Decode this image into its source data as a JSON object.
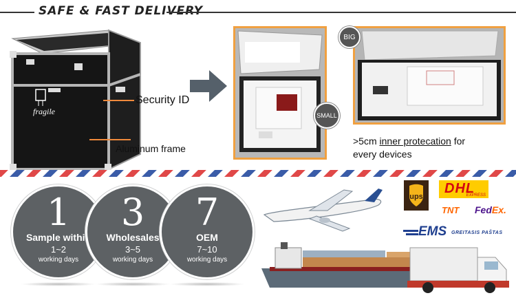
{
  "header": {
    "title": "SAFE & FAST DELIVERY"
  },
  "case": {
    "security_label": "Security ID",
    "frame_label": "Aluminum frame",
    "fragile_text": "fragile"
  },
  "photos": {
    "small_badge": "SMALL",
    "big_badge": "BIG"
  },
  "note": {
    "prefix": ">5cm ",
    "underlined": "inner protecation",
    "suffix": " for",
    "line2": "every devices"
  },
  "steps": [
    {
      "number": "1",
      "label": "Sample within",
      "range": "1~2",
      "unit": "working days"
    },
    {
      "number": "3",
      "label": "Wholesales",
      "range": "3~5",
      "unit": "working days"
    },
    {
      "number": "7",
      "label": "OEM",
      "range": "7~10",
      "unit": "working days"
    }
  ],
  "carriers": {
    "ups": "ups",
    "dhl": "DHL",
    "dhl_sub": "EXPRESS",
    "tnt": "TNT",
    "fedex_fed": "Fed",
    "fedex_ex": "Ex.",
    "ems": "EMS",
    "ems_sub": "GREITASIS PAŠTAS"
  },
  "colors": {
    "accent_orange": "#f0a040",
    "circle_gray": "#5d6164",
    "airmail_red": "#e04848",
    "airmail_blue": "#3a5ca8"
  }
}
